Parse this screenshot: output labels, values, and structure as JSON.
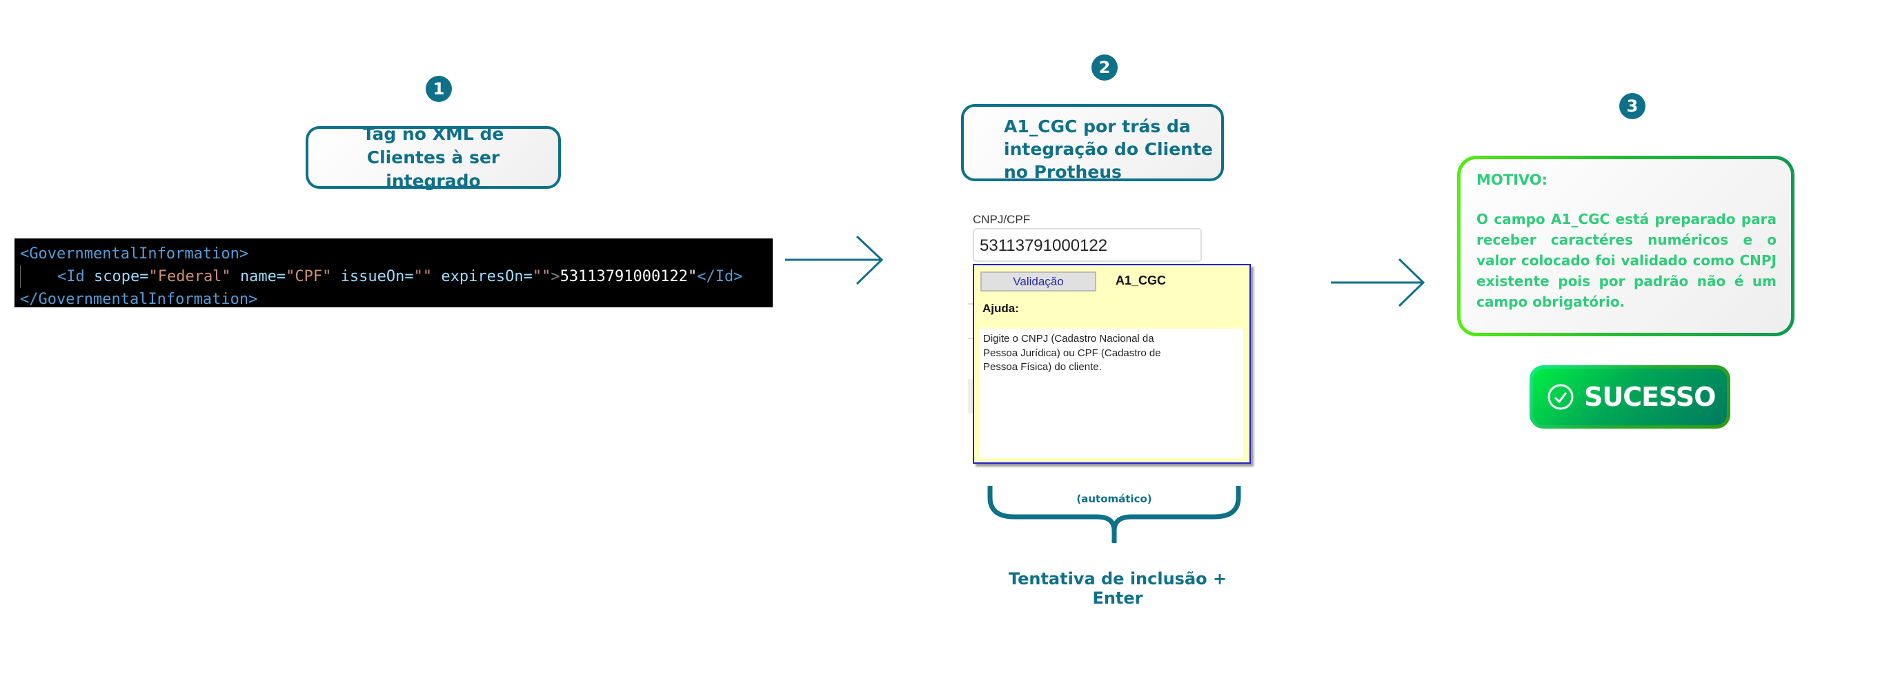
{
  "steps": [
    {
      "number": "1",
      "title": "Tag no XML de Clientes à ser integrado"
    },
    {
      "number": "2",
      "title": "A1_CGC por trás da integração do Cliente no Protheus"
    },
    {
      "number": "3"
    }
  ],
  "xml": {
    "open_tag": "<GovernmentalInformation>",
    "id_open": "<Id",
    "scope_attr": "scope=",
    "scope_val": "\"Federal\"",
    "name_attr": "name=",
    "name_val": "\"CPF\"",
    "issue_attr": "issueOn=",
    "issue_val": "\"\"",
    "expires_attr": "expiresOn=",
    "expires_val": "\"\"",
    "gt": ">",
    "value": "53113791000122\"",
    "id_close": "</Id>",
    "close_tag": "</GovernmentalInformation>"
  },
  "form": {
    "label": "CNPJ/CPF",
    "value": "53113791000122",
    "popup": {
      "validation_button": "Validação",
      "field_name": "A1_CGC",
      "help_label": "Ajuda:",
      "help_text": "Digite o CNPJ (Cadastro Nacional da Pessoa Jurídica) ou CPF  (Cadastro de Pessoa Física) do cliente."
    },
    "brace_label": "(automático)",
    "caption": "Tentativa de inclusão + Enter"
  },
  "result": {
    "heading": "MOTIVO:",
    "text": "O campo A1_CGC está preparado para receber caractéres numéricos e o valor colocado foi validado como CNPJ existente pois por padrão não é um campo obrigatório.",
    "badge": "SUCESSO",
    "badge_icon": "check-circle-icon"
  },
  "colors": {
    "teal": "#0e7089",
    "green_text": "#2ecc7a",
    "green_border": "#44dd22",
    "success": "#00a65a"
  }
}
